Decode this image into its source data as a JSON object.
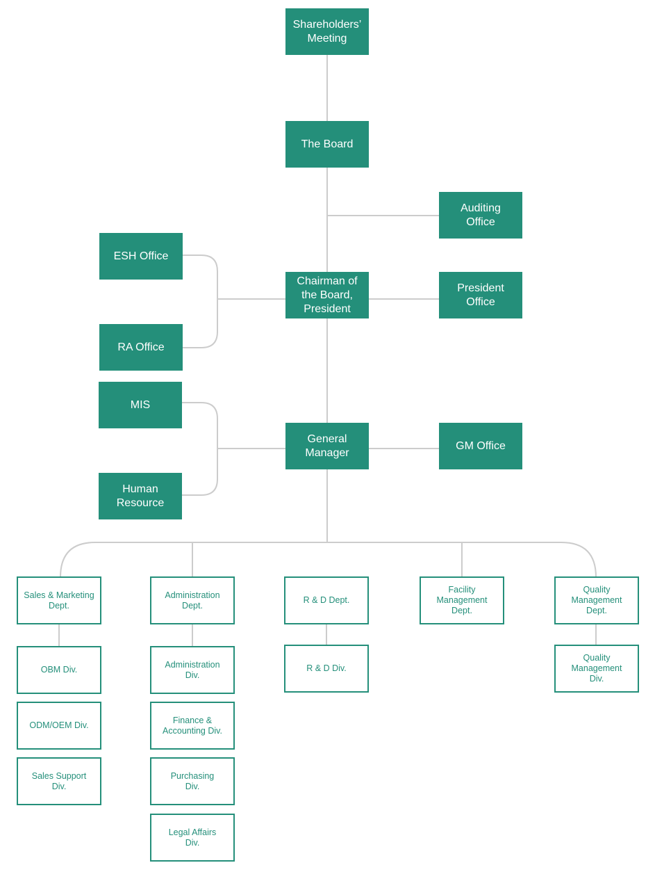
{
  "colors": {
    "accent": "#248f7a",
    "connector": "#cccccc",
    "solid_text": "#ffffff"
  },
  "nodes": {
    "shareholders": "Shareholders’\nMeeting",
    "board": "The Board",
    "auditing": "Auditing\nOffice",
    "chairman": "Chairman of\nthe Board,\nPresident",
    "president_office": "President\nOffice",
    "esh": "ESH Office",
    "ra": "RA Office",
    "gm": "General\nManager",
    "gm_office": "GM Office",
    "mis": "MIS",
    "hr": "Human\nResource",
    "sales_marketing": "Sales & Marketing\nDept.",
    "obm": "OBM Div.",
    "odm_oem": "ODM/OEM Div.",
    "sales_support": "Sales Support\nDiv.",
    "admin_dept": "Administration\nDept.",
    "admin_div": "Administration\nDiv.",
    "finance": "Finance &\nAccounting Div.",
    "purchasing": "Purchasing\nDiv.",
    "legal": "Legal Affairs\nDiv.",
    "rd_dept": "R & D Dept.",
    "rd_div": "R & D Div.",
    "facility": "Facility\nManagement\nDept.",
    "quality_dept": "Quality\nManagement\nDept.",
    "quality_div": "Quality\nManagement\nDiv."
  }
}
